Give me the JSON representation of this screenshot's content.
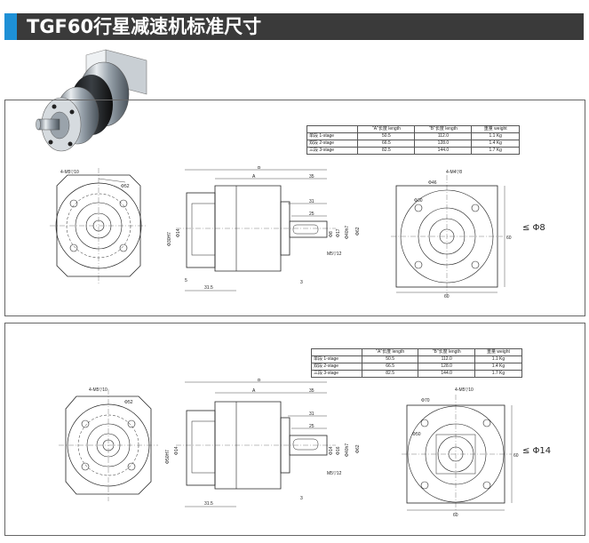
{
  "header": {
    "title": "TGF60行星减速机标准尺寸"
  },
  "spec_table": {
    "headers": [
      "",
      "\"A\"长度 length",
      "\"B\"长度 length",
      "重量 weight"
    ],
    "rows": [
      [
        "单段 1-stage",
        "50.5",
        "112.0",
        "1.1 Kg"
      ],
      [
        "双段 2-stage",
        "66.5",
        "128.0",
        "1.4 Kg"
      ],
      [
        "三段 3-stage",
        "82.5",
        "144.0",
        "1.7 Kg"
      ]
    ]
  },
  "panel1": {
    "shaft_note": "≤ Φ8",
    "front_labels": {
      "holes": "4-M5▽10",
      "pcd": "Φ52"
    },
    "side_labels": {
      "b": "B",
      "a": "A",
      "d35": "35",
      "d31": "31",
      "d25": "25",
      "bore": "Φ30H7",
      "dia1": "Φ14",
      "bore2": "Φ8",
      "dia2": "Φ17",
      "pilot": "Φ40h7",
      "body": "Φ62",
      "screw": "M5▽12",
      "d5": "5",
      "d315": "31.5",
      "d3": "3"
    },
    "flange_labels": {
      "holes": "4-M4▽8",
      "pcd": "Φ46",
      "pilot": "Φ30",
      "w": "60",
      "h": "60"
    }
  },
  "panel2": {
    "shaft_note": "≤ Φ14",
    "front_labels": {
      "holes": "4-M5▽10",
      "pcd": "Φ52"
    },
    "side_labels": {
      "b": "B",
      "a": "A",
      "d35": "35",
      "d31": "31",
      "d25": "25",
      "bore": "Φ50H7",
      "dia1": "Φ14",
      "bore2": "Φ14",
      "dia2": "Φ16",
      "pilot": "Φ40h7",
      "body": "Φ62",
      "screw": "M5▽12",
      "d315": "31.5",
      "d3": "3"
    },
    "flange_labels": {
      "holes": "4-M5▽10",
      "pcd": "Φ70",
      "pilot": "Φ50",
      "w": "60",
      "h": "60"
    }
  }
}
